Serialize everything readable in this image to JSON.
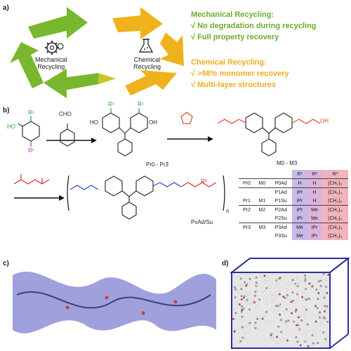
{
  "panels": {
    "a": "a)",
    "b": "b)",
    "c": "c)",
    "d": "d)"
  },
  "cycle": {
    "mechanical_label": "Mechanical\nRecycling",
    "chemical_label": "Chemical\nRecycling"
  },
  "mechanical": {
    "title": "Mechanical Recycling:",
    "points": [
      "√  No degradation during recycling",
      "√  Full property recovery"
    ],
    "color": "#6bab2b"
  },
  "chemical": {
    "title": "Chemical Recycling:",
    "points": [
      "√  >98% monomer recovery",
      "√  Multi-layer structures"
    ],
    "color": "#f0ad1a"
  },
  "scheme": {
    "cho": "CHO",
    "ho": "HO",
    "oh": "OH",
    "r1": "R¹",
    "r2": "R²",
    "r3": "R³",
    "n": "n",
    "label_pr": "Pr0 - Pr3",
    "label_m": "M0 - M3",
    "label_poly": "PxAd/Su"
  },
  "table": {
    "headers": [
      "R¹",
      "R²",
      "R³"
    ],
    "rows": [
      {
        "pr": "Pr0",
        "m": "M0",
        "p": "P0Ad",
        "r1": "H",
        "r2": "H",
        "r3": "(CH₂)₄"
      },
      {
        "pr": "",
        "m": "",
        "p": "P1Ad",
        "r1": "iPr",
        "r2": "H",
        "r3": "(CH₂)₄"
      },
      {
        "pr": "Pr1",
        "m": "M1",
        "p": "P1Su",
        "r1": "iPr",
        "r2": "H",
        "r3": "(CH₂)₂"
      },
      {
        "pr": "Pr2",
        "m": "M2",
        "p": "P2Ad",
        "r1": "iPr",
        "r2": "Me",
        "r3": "(CH₂)₄"
      },
      {
        "pr": "",
        "m": "",
        "p": "P2Su",
        "r1": "iPr",
        "r2": "Me",
        "r3": "(CH₂)₂"
      },
      {
        "pr": "Pr3",
        "m": "M3",
        "p": "P3Ad",
        "r1": "Me",
        "r2": "iPr",
        "r3": "(CH₂)₄"
      },
      {
        "pr": "",
        "m": "",
        "p": "P3Su",
        "r1": "Me",
        "r2": "iPr",
        "r3": "(CH₂)₂"
      }
    ]
  }
}
